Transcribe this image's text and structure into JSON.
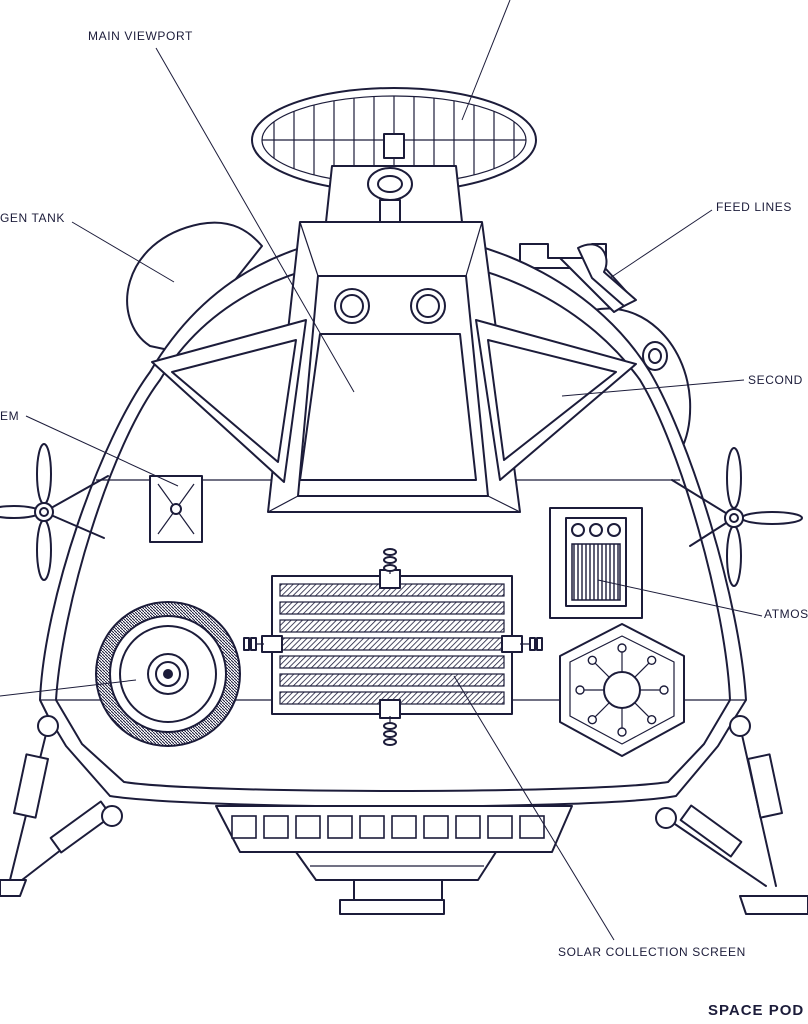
{
  "labels": {
    "main_viewport": "MAIN VIEWPORT",
    "oxygen_tank": "GEN TANK",
    "feed_lines": "FEED LINES",
    "secondary": "SECOND",
    "left_system": "EM",
    "atmos": "ATMOS",
    "solar_collection_screen": "SOLAR COLLECTION SCREEN",
    "page_title": "SPACE POD"
  },
  "colors": {
    "ink": "#1c1c3a",
    "paper": "#ffffff",
    "panel_fill": "#8a8a9a"
  }
}
